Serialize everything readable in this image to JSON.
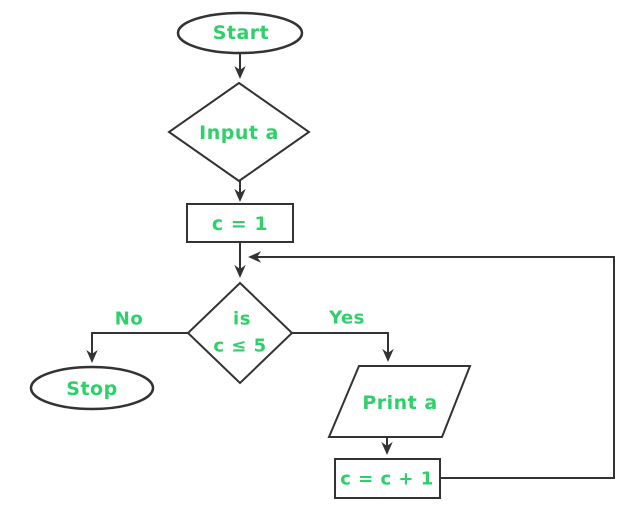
{
  "diagram": {
    "type": "flowchart",
    "colors": {
      "label_green": "#2ed06a",
      "stroke": "#333333",
      "background": "#ffffff"
    },
    "nodes": {
      "start": {
        "type": "terminator",
        "label": "Start"
      },
      "input": {
        "type": "decision",
        "label": "Input a"
      },
      "init": {
        "type": "process",
        "label": "c = 1"
      },
      "condition": {
        "type": "decision",
        "label_line1": "is",
        "label_line2": "c ≤ 5"
      },
      "stop": {
        "type": "terminator",
        "label": "Stop"
      },
      "print": {
        "type": "input-output",
        "label": "Print a"
      },
      "increment": {
        "type": "process",
        "label": "c = c + 1"
      }
    },
    "edges": {
      "no_label": "No",
      "yes_label": "Yes"
    }
  }
}
